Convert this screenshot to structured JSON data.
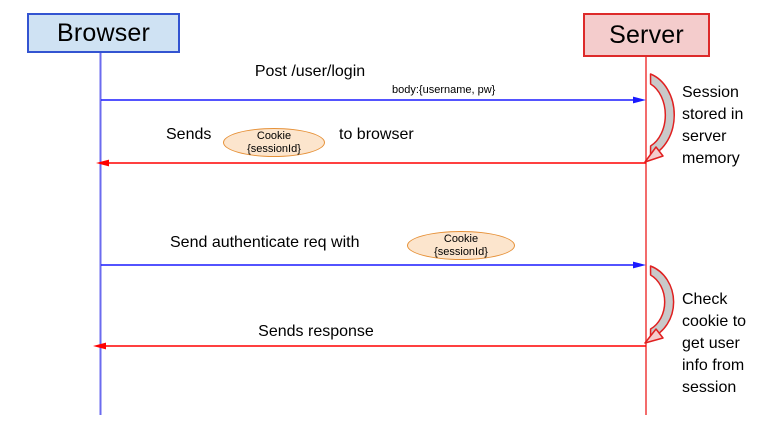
{
  "diagram": {
    "kind": "sequence-diagram",
    "actors": [
      {
        "name": "Browser",
        "fill": "#cfe2f3",
        "border": "#3354d1",
        "lifeline_color": "#6b6bef"
      },
      {
        "name": "Server",
        "fill": "#f4cccc",
        "border": "#dd2a2a",
        "lifeline_color": "#ef3b3b"
      }
    ],
    "messages": [
      {
        "from": "Browser",
        "to": "Server",
        "label": "Post /user/login",
        "sublabel": "body:{username, pw}",
        "arrow_color": "#1a1aff"
      },
      {
        "from": "Server",
        "to": "Browser",
        "label_prefix": "Sends",
        "label_suffix": "to browser",
        "cookie": {
          "title": "Cookie",
          "value": "{sessionId}"
        },
        "arrow_color": "#ff0000"
      },
      {
        "from": "Browser",
        "to": "Server",
        "label_prefix": "Send authenticate req with",
        "cookie": {
          "title": "Cookie",
          "value": "{sessionId}"
        },
        "arrow_color": "#1a1aff"
      },
      {
        "from": "Server",
        "to": "Browser",
        "label": "Sends response",
        "arrow_color": "#ff0000"
      }
    ],
    "annotations": [
      {
        "attached_to": "Server",
        "lines": [
          "Session",
          "stored in",
          "server",
          "memory"
        ]
      },
      {
        "attached_to": "Server",
        "lines": [
          "Check",
          "cookie to",
          "get user",
          "info from",
          "session"
        ]
      }
    ],
    "cookie_style": {
      "fill": "#fce5cd",
      "border": "#e69138"
    },
    "self_loop_style": {
      "fill": "#c9c9c9",
      "stroke": "#e02020"
    }
  }
}
